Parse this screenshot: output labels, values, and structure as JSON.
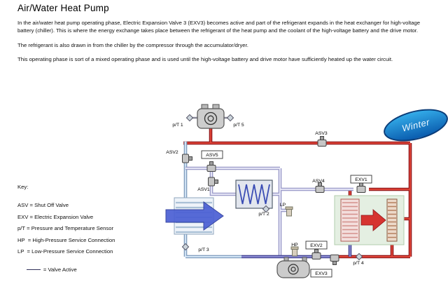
{
  "doc": {
    "title": "Air/Water Heat Pump",
    "paragraphs": [
      "In the air/water heat pump operating phase, Electric Expansion Valve 3 (EXV3) becomes active and part of the refrigerant expands in the heat exchanger for high-voltage battery (chiller).  This is where the energy exchange takes place between the refrigerant of the heat pump and the coolant of the high-voltage battery and the drive motor.",
      "The refrigerant is also drawn in from the chiller by the compressor through the accumulator/dryer.",
      "This operating phase is sort of a mixed operating phase and is used until the high-voltage battery and drive motor have sufficiently heated up the water circuit."
    ]
  },
  "key": {
    "heading": "Key:",
    "entries": [
      "ASV = Shut Off Valve",
      "EXV = Electric Expansion Valve",
      "p/T = Pressure and Temperature Sensor",
      "HP  = High-Pressure Service Connection",
      "LP  = Low-Pressure Service Connection"
    ],
    "valve_active_label": "= Valve Active"
  },
  "diagram": {
    "badge": "Winter",
    "labels": {
      "pt1": "p/T 1",
      "pt5": "p/T 5",
      "asv3": "ASV3",
      "asv2": "ASV2",
      "asv5": "ASV5",
      "asv1": "ASV1",
      "asv4": "ASV4",
      "exv1": "EXV1",
      "pt2": "p/T 2",
      "lp": "LP",
      "hp": "HP",
      "exv2": "EXV2",
      "pt3": "p/T 3",
      "pt4": "p/T 4",
      "exv3": "EXV3"
    },
    "colors": {
      "hot_pipe_outline": "#8e1519",
      "hot_pipe_fill": "#dd4337",
      "cold_pipe_outline": "#7a97b8",
      "cold_pipe_fill": "#cfe2f4",
      "inactive_pipe_outline": "#9393c4",
      "inactive_pipe_fill": "#e4e4f5",
      "suction_pipe_outline": "#3f3f8e",
      "suction_pipe_fill": "#8787cf",
      "airflow_arrow": "#4a5fd4",
      "coolant_arrow": "#d63430",
      "chiller_bg": "#e4efe2",
      "badge_top": "#33abe8",
      "badge_bottom": "#0a5cae",
      "badge_border": "#0a3c78"
    }
  }
}
